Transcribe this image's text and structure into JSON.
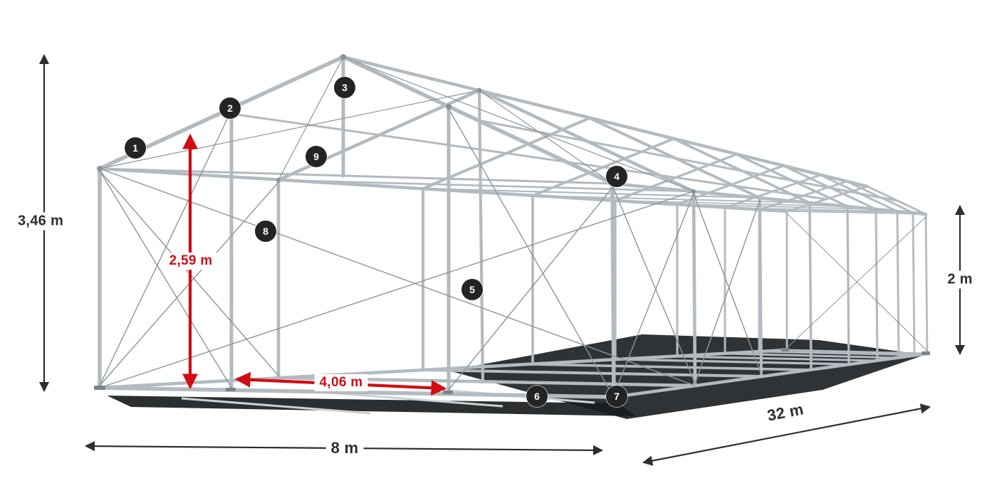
{
  "diagram_type": "tent-frame-construction",
  "dimensions": {
    "total_height": "3,46 m",
    "clearance_height": "2,59 m",
    "entrance_width": "4,06 m",
    "side_wall_height": "2 m",
    "width": "8 m",
    "length": "32 m"
  },
  "callouts": [
    "1",
    "2",
    "3",
    "4",
    "5",
    "6",
    "7",
    "8",
    "9"
  ],
  "colors": {
    "frame": "#b3bac0",
    "brace": "#8d959b",
    "dimension": "#2e2e2e",
    "accent_red": "#d40b12",
    "callout_background": "#242424",
    "shadow": "#191d20"
  }
}
